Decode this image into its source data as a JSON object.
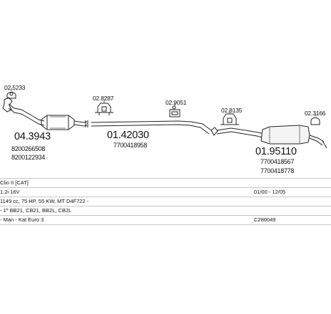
{
  "parts": {
    "clamp_left_ref": "02.5233",
    "cat_part_number": "04.3943",
    "cat_oem": [
      "8200266508",
      "8200122934"
    ],
    "clamp_mid_ref": "02.8287",
    "middle_pipe_part_number": "01.42030",
    "middle_pipe_oem": "7700418958",
    "bracket_ref": "02.9051",
    "clamp_rear_ref": "02.8135",
    "rear_clamp_ref": "02.3166",
    "silencer_part_number": "01.95110",
    "silencer_oem": [
      "7700418567",
      "7700418778"
    ]
  },
  "info": {
    "model": "Clio II [CAT]",
    "engine": "1.2i 16V",
    "years": "01/00 - 12/05",
    "specs": "1149 cc, 75 HP, 55 KW, MT D4F722 -",
    "body_codes": "- 1º BB21, CB21, BB2L, CB2L",
    "transmission": "- Man - Kat Euro 3",
    "code": "C280049"
  }
}
